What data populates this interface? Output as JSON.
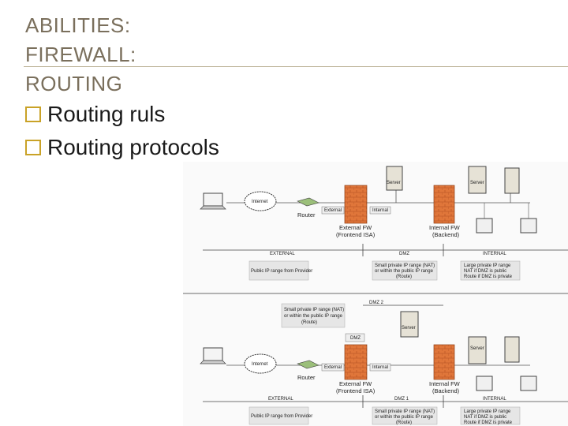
{
  "slide": {
    "title_lines": [
      "ABILITIES:",
      "FIREWALL:",
      "ROUTING"
    ],
    "bullets": [
      "Routing ruls",
      "Routing protocols"
    ]
  },
  "colors": {
    "title": "#7a6f5c",
    "bullet_box": "#c9a227",
    "firewall": "#e0763a",
    "note_box": "#e6e6e6"
  },
  "diagram_top": {
    "internet": "Internet",
    "router": "Router",
    "external_port": "External",
    "internal_port": "Internal",
    "server1": "Server",
    "server2": "Server",
    "external_fw": "External FW",
    "external_fw_sub": "(Frontend ISA)",
    "internal_fw": "Internal FW",
    "internal_fw_sub": "(Backend)",
    "zone_external": "EXTERNAL",
    "zone_dmz": "DMZ",
    "zone_internal": "INTERNAL",
    "note_public": "Public IP range from Provider",
    "note_dmz": [
      "Small private IP range (NAT)",
      "or within the public IP range",
      "(Route)"
    ],
    "note_internal": [
      "Large private IP range",
      "NAT if DMZ is public",
      "Route if DMZ is private"
    ]
  },
  "diagram_bottom": {
    "dmz2_label": "DMZ 2",
    "dmz_label": "DMZ",
    "note_dmz2": [
      "Small private IP range (NAT)",
      "or within the public IP range",
      "(Route)"
    ],
    "internet": "Internet",
    "router": "Router",
    "external_port": "External",
    "internal_port": "Internal",
    "server1": "Server",
    "server2": "Server",
    "external_fw": "External FW",
    "external_fw_sub": "(Frontend ISA)",
    "internal_fw": "Internal FW",
    "internal_fw_sub": "(Backend)",
    "zone_external": "EXTERNAL",
    "zone_dmz1": "DMZ 1",
    "zone_internal": "INTERNAL",
    "note_public": "Public IP range from Provider",
    "note_dmz": [
      "Small private IP range (NAT)",
      "or within the public IP range",
      "(Route)"
    ],
    "note_internal": [
      "Large private IP range",
      "NAT if DMZ is public",
      "Route if DMZ is private"
    ]
  }
}
